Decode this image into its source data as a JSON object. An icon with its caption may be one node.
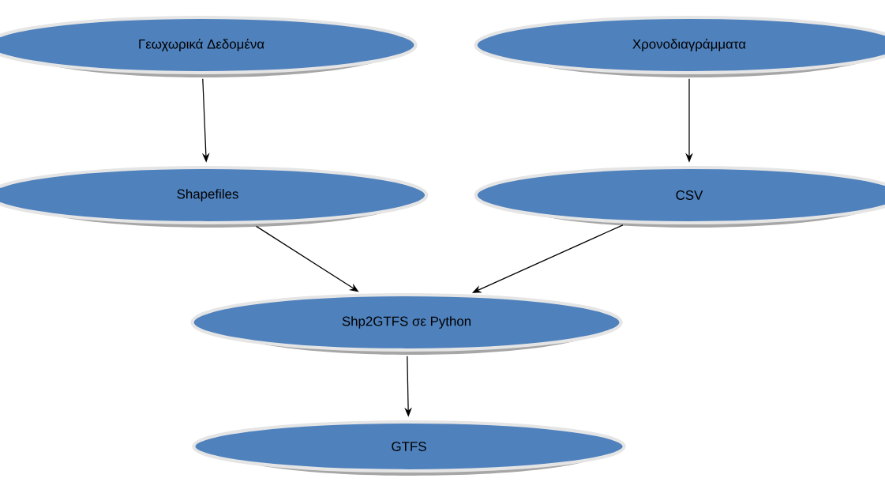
{
  "diagram": {
    "nodes": [
      {
        "text": [
          "Γεωχωρικά Δεδομένα"
        ]
      },
      {
        "text": [
          "Χρονοδιαγράμματα"
        ]
      },
      {
        "text": [
          "Shapefiles"
        ]
      },
      {
        "text": [
          "CSV"
        ]
      },
      {
        "text": [
          "Shp2GTFS σε Python"
        ]
      },
      {
        "text": [
          "GTFS"
        ]
      }
    ],
    "edges": [
      {
        "from": 0,
        "to": 2,
        "arrow": "to"
      },
      {
        "from": 1,
        "to": 3,
        "arrow": "to"
      },
      {
        "from": 2,
        "to": 4,
        "arrow": "to"
      },
      {
        "from": 3,
        "to": 4,
        "arrow": "to"
      },
      {
        "from": 4,
        "to": 5,
        "arrow": "to"
      }
    ]
  }
}
